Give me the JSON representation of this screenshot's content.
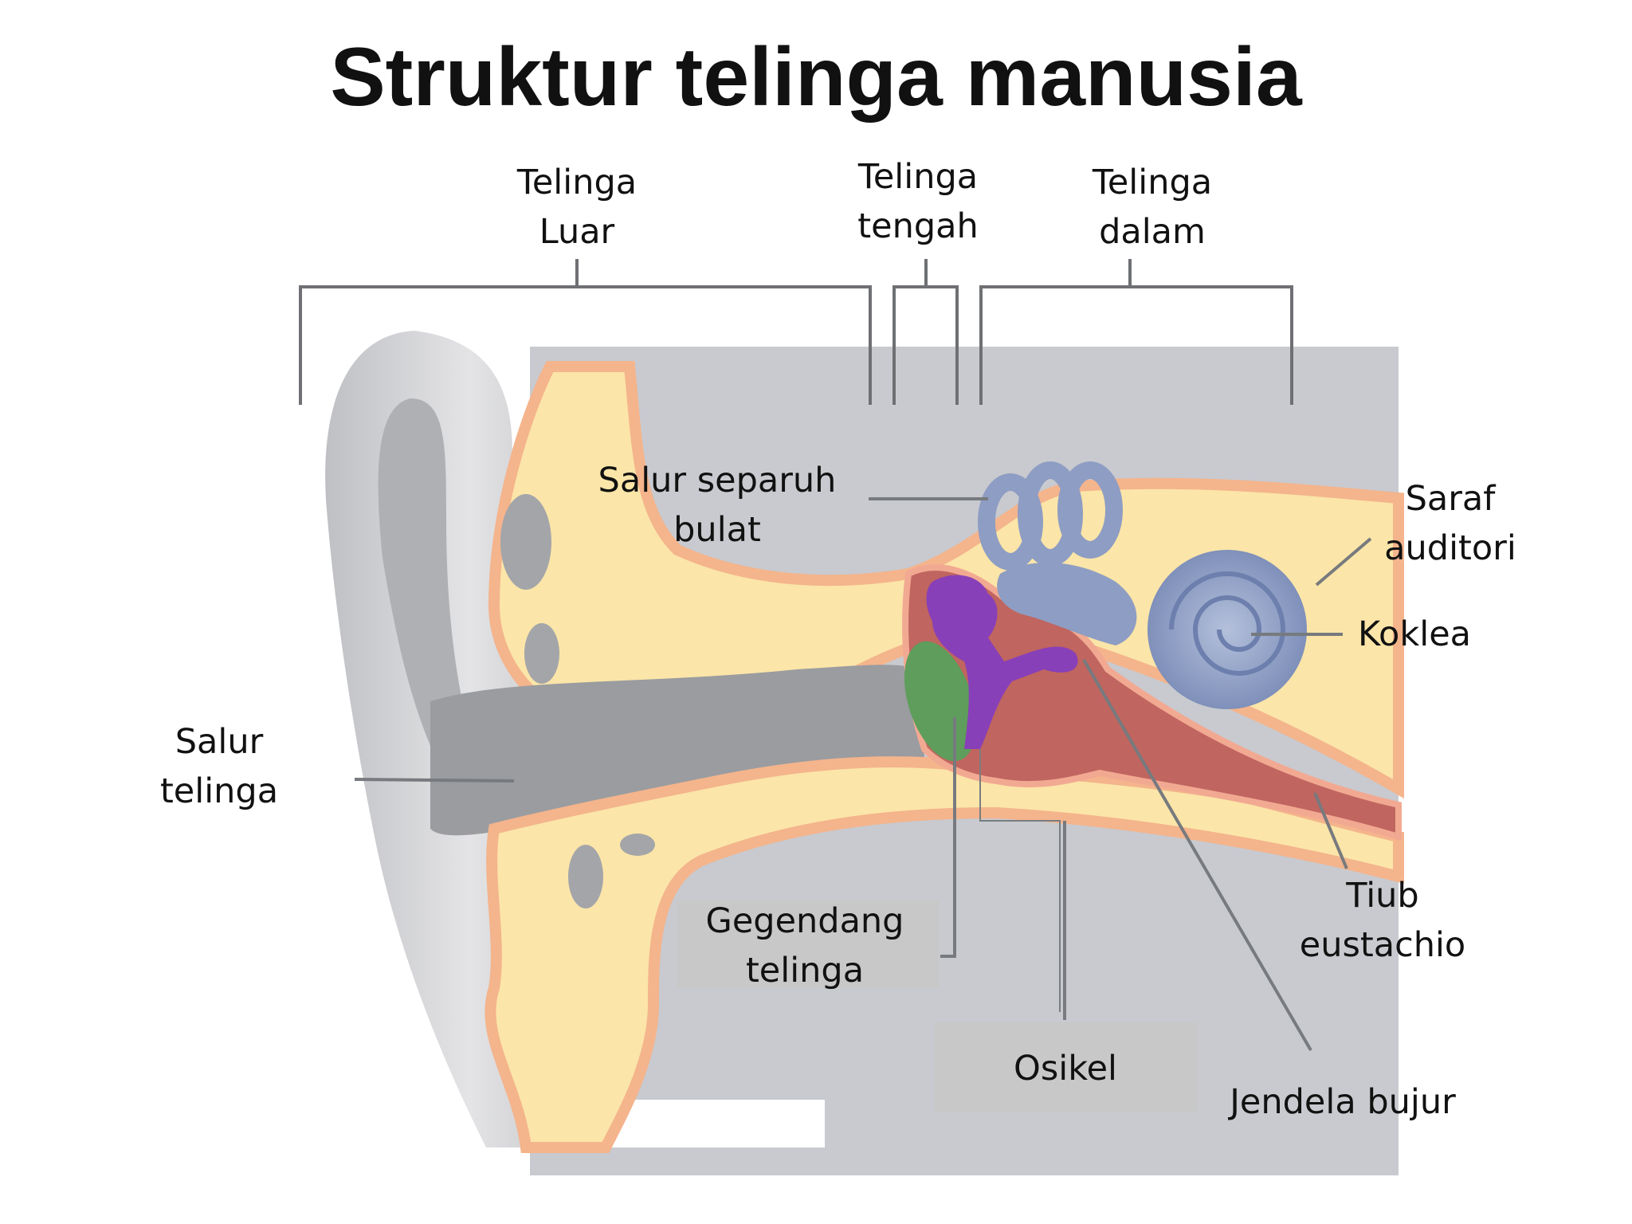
{
  "title": "Struktur telinga manusia",
  "sections": {
    "outer": [
      "Telinga",
      "Luar"
    ],
    "middle": [
      "Telinga",
      "tengah"
    ],
    "inner": [
      "Telinga",
      "dalam"
    ]
  },
  "labels": {
    "semicircular": [
      "Salur separuh",
      "bulat"
    ],
    "auditory_nerve": [
      "Saraf",
      "auditori"
    ],
    "cochlea": "Koklea",
    "ear_canal": [
      "Salur",
      "telinga"
    ],
    "eardrum": [
      "Gegendang",
      "telinga"
    ],
    "ossicles": "Osikel",
    "eustachian": [
      "Tiub",
      "eustachio"
    ],
    "oval_window": "Jendela bujur"
  },
  "colors": {
    "background_box": "#c9cbd0",
    "pinna": "#d3d4d7",
    "bone": "#fbe7ae",
    "bone_glow": "#f6b98c",
    "middle_ear": "#c0655f",
    "ossicles": "#8740b8",
    "eardrum": "#5fa05c",
    "inner_ear": "#8e9dc3",
    "leader_line": "#777a7e"
  }
}
